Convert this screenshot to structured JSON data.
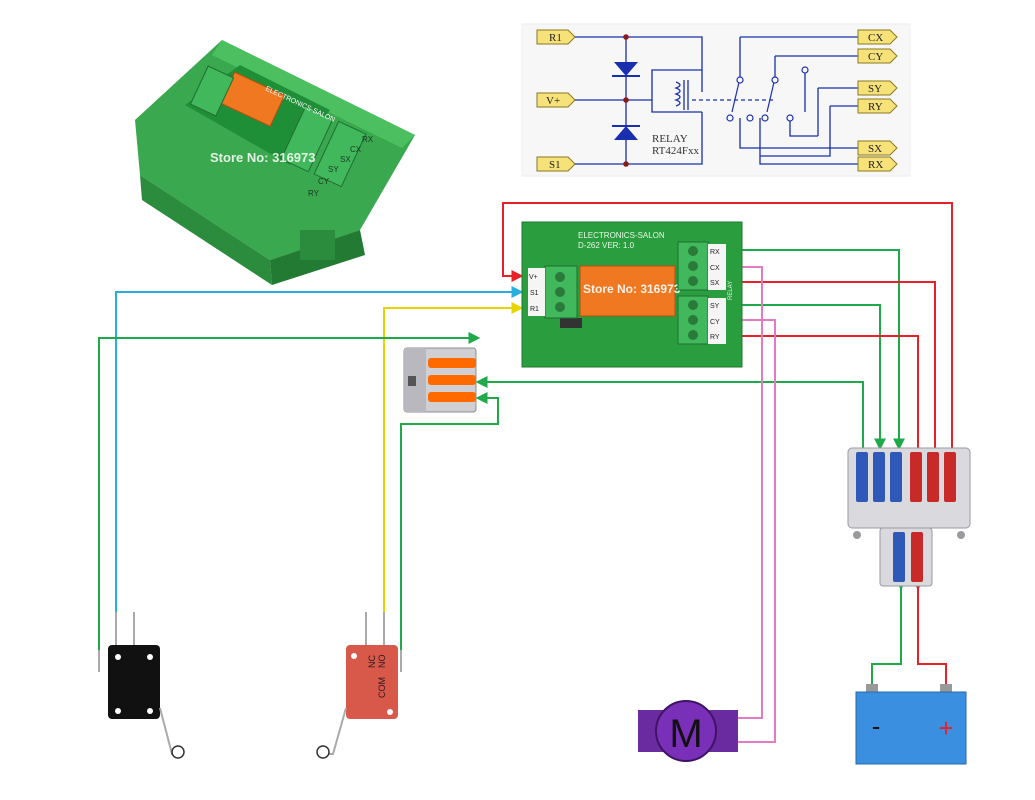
{
  "schematic": {
    "inputs": [
      "R1",
      "V+",
      "S1"
    ],
    "outputs": [
      "CX",
      "CY",
      "SY",
      "RY",
      "SX",
      "RX"
    ],
    "relay_label": "RELAY",
    "relay_model": "RT424Fxx"
  },
  "product_photo": {
    "watermark": "Store No: 316973",
    "brand_print": "ELECTRONICS-SALON",
    "terminal_labels": [
      "RY",
      "CY",
      "SY",
      "SX",
      "CX",
      "RX"
    ]
  },
  "board": {
    "brand": "ELECTRONICS-SALON",
    "model": "D-262 VER: 1.0",
    "watermark": "Store No: 316973",
    "left_terminals": [
      "V+",
      "S1",
      "R1"
    ],
    "right_terminals_top": [
      "RX",
      "CX",
      "SX"
    ],
    "right_terminals_bottom": [
      "SY",
      "CY",
      "RY"
    ],
    "side_label": "RELAY"
  },
  "switch_right": {
    "labels": [
      "NC",
      "NO",
      "COM"
    ]
  },
  "motor": {
    "label": "M"
  },
  "battery": {
    "minus": "-",
    "plus": "+"
  },
  "colors": {
    "wire_red": "#e8202a",
    "wire_green": "#1faa4a",
    "wire_cyan": "#29aee0",
    "wire_yellow": "#f4e81c",
    "wire_pink": "#e57ac4",
    "schematic_blue": "#1a2fb0",
    "schematic_node": "#8b1a1a",
    "label_fill": "#f7e27a",
    "board_green": "#2a9d3f",
    "terminal_green": "#41b85c",
    "relay_orange": "#f07820",
    "connector_orange": "#ff6a00",
    "connector_blue": "#2f59b8",
    "connector_red": "#c72a27",
    "motor_purple": "#6a2aa0",
    "battery_blue": "#3b8fe0"
  },
  "icons": [
    "relay-module-photo",
    "lever-connector-3way",
    "lever-connector-1in-6out",
    "microswitch",
    "dc-motor",
    "battery"
  ]
}
